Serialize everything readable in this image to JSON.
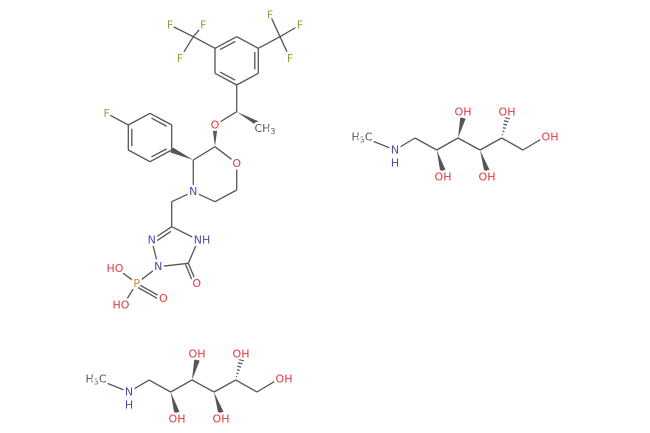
{
  "title": "Fosaprepitant dimeglumine",
  "colors": {
    "bond": "#555555",
    "fluorine": "#9a9a3a",
    "oxygen": "#e8363d",
    "nitrogen": "#4a4ab0",
    "phosphorus": "#e08040"
  },
  "fosaprepitant": {
    "f1": "F",
    "f2": "F",
    "f3": "F",
    "f4": "F",
    "f5": "F",
    "f6": "F",
    "f7": "F",
    "ether_o": "O",
    "ring_o": "O",
    "ring_n": "N",
    "ch3_main": "CH",
    "ch3_sub": "3",
    "triazole_n2": "N",
    "triazole_n1": "N",
    "triazole_nh": "NH",
    "carbonyl_o": "O",
    "p": "P",
    "p_oh1": "HO",
    "p_oh2": "HO",
    "p_o": "O"
  },
  "meglumine": {
    "h3c_main": "H",
    "h3c_sub": "3",
    "h3c_c": "C",
    "n": "N",
    "nh": "H",
    "oh1": "OH",
    "oh2": "OH",
    "oh3": "OH",
    "oh4": "OH",
    "oh5": "OH"
  }
}
